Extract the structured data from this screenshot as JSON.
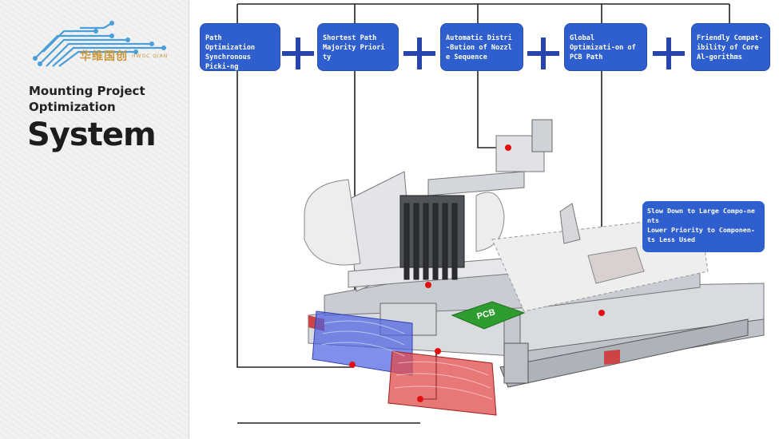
{
  "brand": {
    "name_cn": "华维国创",
    "name_en": "HWGC QIAN"
  },
  "sidebar": {
    "subtitle_line1": "Mounting Project",
    "subtitle_line2": "Optimization",
    "title": "System"
  },
  "features": [
    {
      "label": "Path Optimization Synchronous Picki-ng"
    },
    {
      "label": "Shortest Path Majority Priori ty"
    },
    {
      "label": "Automatic Distri -Bution of Nozzl e Sequence"
    },
    {
      "label": "Global Optimizati-on of PCB Path"
    },
    {
      "label": "Friendly Compat-ibility of Core Al-gorithms"
    }
  ],
  "note": {
    "line1": "Slow Down to Large Compo-ne nts",
    "line2": "Lower Priority to Componen-ts Less Used"
  },
  "machine": {
    "pcb_label": "PCB"
  },
  "colors": {
    "box_blue": "#2f5fcf",
    "plus_blue": "#2645ae",
    "tray_blue": "#4a5fe0",
    "tray_red": "#e04a4a",
    "pcb_green": "#2f9c2f",
    "marker_red": "#e01010"
  }
}
